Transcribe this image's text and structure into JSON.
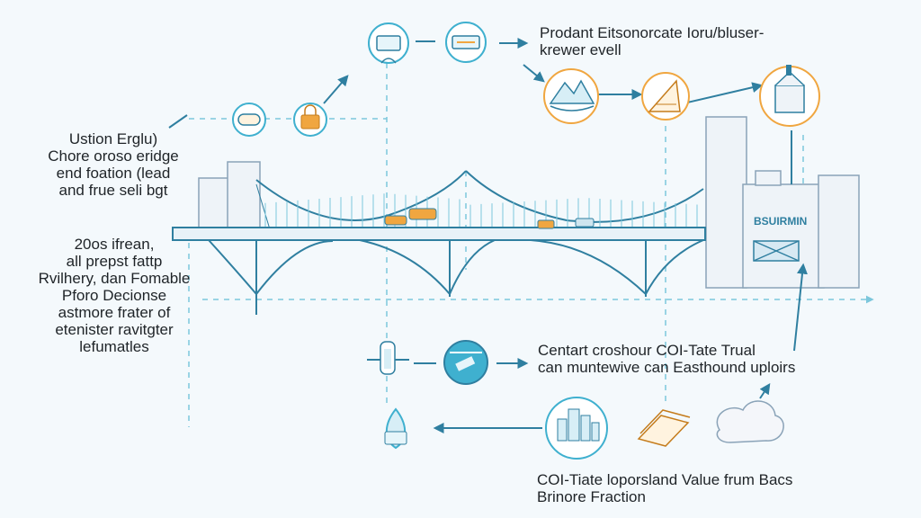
{
  "colors": {
    "background": "#f4f9fc",
    "primary_line": "#2f7fa0",
    "dashed_guide": "#7cc7dc",
    "building_fill": "#eef3f8",
    "building_stroke": "#8aa3b8",
    "accent_orange": "#f0a640",
    "icon_teal": "#3fb0cf"
  },
  "labels": {
    "top_right": [
      "Prodant Eitsonorcate Ioru/bluser-",
      "krewer evell"
    ],
    "left_upper": [
      "Ustion Erglu)",
      "Chore oroso eridge",
      "end foation (lead",
      "and frue seli bgt"
    ],
    "left_lower": [
      "20os ifrean,",
      "all prepst fattp",
      "Rvilhery, dan Fomable",
      "Pforo Decionse",
      "astmore frater of",
      "etenister ravitgter",
      "lefumatles"
    ],
    "middle_right": [
      "Centart croshour COI-Tate Trual",
      "can muntewive can Easthound uploirs"
    ],
    "bottom": [
      "COI-Tiate loporsland Value frum Bacs",
      "Brinore Fraction"
    ],
    "building_sign": "BSUIRMIN"
  },
  "icons": {
    "top_row": [
      "laptop-cloud-icon",
      "document-card-icon"
    ],
    "left_row": [
      "gear-badge-icon",
      "lock-icon"
    ],
    "right_row": [
      "mountain-badge-icon",
      "ruler-triangle-icon",
      "building-badge-icon"
    ],
    "lower_row": [
      "plug-clamp-icon",
      "tag-circle-icon"
    ],
    "bottom_row": [
      "shield-drop-icon",
      "city-skyline-icon",
      "cash-stack-icon",
      "cloud-icon"
    ]
  }
}
